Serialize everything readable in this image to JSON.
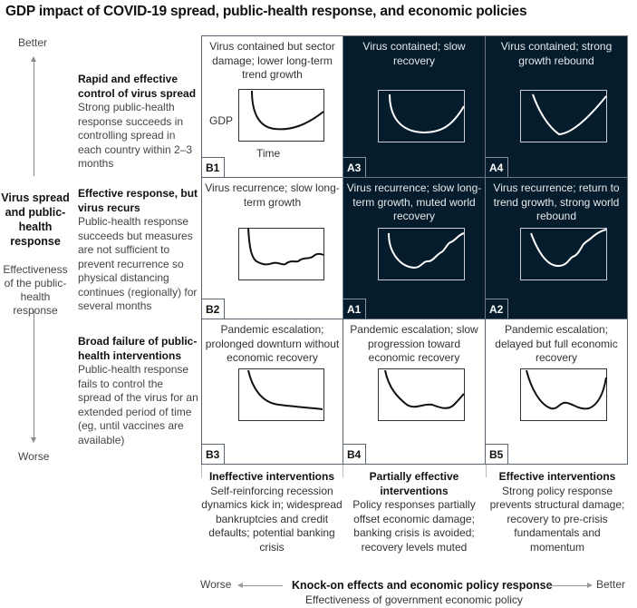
{
  "title": "GDP impact of COVID-19 spread, public-health response, and economic policies",
  "y_axis": {
    "top_label": "Better",
    "bottom_label": "Worse",
    "title": "Virus spread and public-health response",
    "subtitle": "Effectiveness of the public-health response"
  },
  "rows": [
    {
      "heading": "Rapid and effective control of virus spread",
      "description": "Strong public-health response succeeds in controlling spread in each country within 2–3 months"
    },
    {
      "heading": "Effective response, but virus recurs",
      "description": "Public-health response succeeds but measures are not sufficient to prevent recurrence so physical distancing continues (regionally) for several months"
    },
    {
      "heading": "Broad failure of public-health interventions",
      "description": "Public-health response fails to control the spread of the virus for an extended period of time (eg, until vaccines are available)"
    }
  ],
  "columns": [
    {
      "heading": "Ineffective interventions",
      "description": "Self-reinforcing recession dynamics kick in; widespread bankruptcies and credit defaults; potential banking crisis"
    },
    {
      "heading": "Partially effective interventions",
      "description": "Policy responses partially offset economic damage; banking crisis is avoided; recovery levels muted"
    },
    {
      "heading": "Effective interventions",
      "description": "Strong policy response prevents structural damage; recovery to pre-crisis fundamentals and momentum"
    }
  ],
  "cells": [
    {
      "id": "B1",
      "row": 0,
      "col": 0,
      "theme": "light",
      "caption": "Virus contained but sector damage; lower long-term trend growth",
      "curve": "sharp drop, slow partial recovery"
    },
    {
      "id": "A3",
      "row": 0,
      "col": 1,
      "theme": "dark",
      "caption": "Virus contained; slow recovery",
      "curve": "U-shaped recovery"
    },
    {
      "id": "A4",
      "row": 0,
      "col": 2,
      "theme": "dark",
      "caption": "Virus contained; strong growth rebound",
      "curve": "V-shaped rebound"
    },
    {
      "id": "B2",
      "row": 1,
      "col": 0,
      "theme": "light",
      "caption": "Virus recurrence; slow long-term growth",
      "curve": "sharp drop, wavy slow growth"
    },
    {
      "id": "A1",
      "row": 1,
      "col": 1,
      "theme": "dark",
      "caption": "Virus recurrence; slow long-term growth, muted world recovery",
      "curve": "U with wavy recovery"
    },
    {
      "id": "A2",
      "row": 1,
      "col": 2,
      "theme": "dark",
      "caption": "Virus recurrence; return to trend growth, strong world rebound",
      "curve": "V with wavy strong recovery"
    },
    {
      "id": "B3",
      "row": 2,
      "col": 0,
      "theme": "light",
      "caption": "Pandemic escalation; prolonged downturn without economic recovery",
      "curve": "L-shaped decline"
    },
    {
      "id": "B4",
      "row": 2,
      "col": 1,
      "theme": "light",
      "caption": "Pandemic escalation; slow progression toward economic recovery",
      "curve": "W-shaped slow recovery"
    },
    {
      "id": "B5",
      "row": 2,
      "col": 2,
      "theme": "light",
      "caption": "Pandemic escalation; delayed but full economic recovery",
      "curve": "W-shaped full recovery"
    }
  ],
  "mini_chart": {
    "y_label": "GDP",
    "x_label": "Time"
  },
  "x_axis": {
    "left_label": "Worse",
    "right_label": "Better",
    "title": "Knock-on effects and economic policy response",
    "subtitle": "Effectiveness of government economic policy"
  },
  "colors": {
    "dark_cell": "#051c2c",
    "light_cell": "#ffffff",
    "border": "#5a6570",
    "axis_line": "#888888"
  }
}
